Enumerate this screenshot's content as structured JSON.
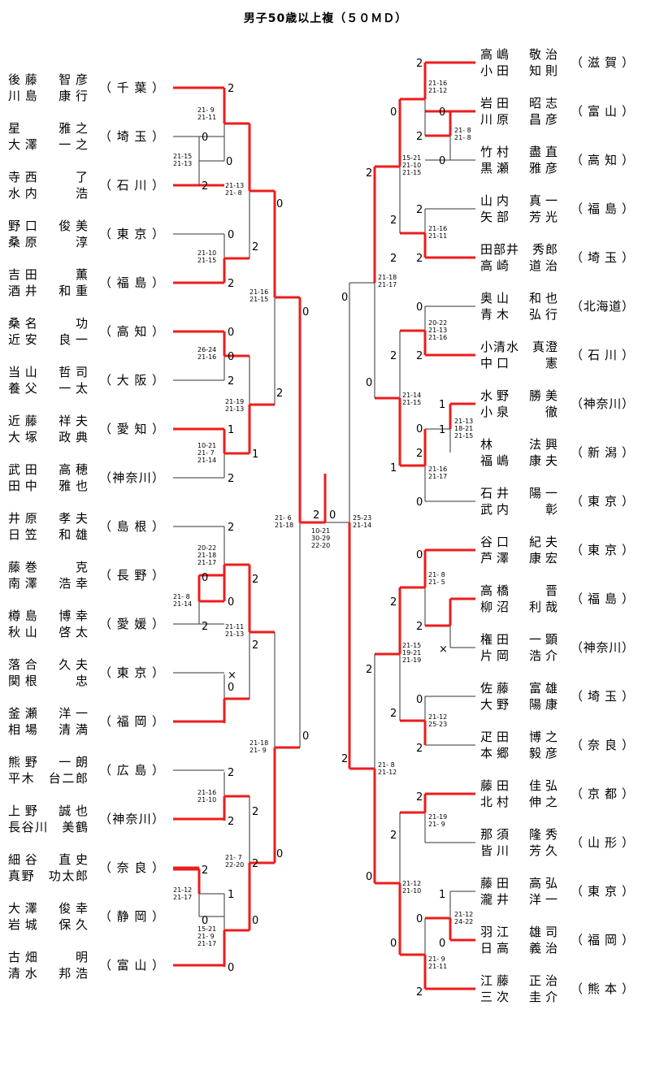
{
  "title": "男子50歳以上複（５０ＭＤ）",
  "left": [
    {
      "p1": "後藤　智彦",
      "p2": "川島　康行",
      "pref": "（千葉）"
    },
    {
      "p1": "星　　雅之",
      "p2": "大澤　一之",
      "pref": "（埼玉）"
    },
    {
      "p1": "寺西　　了",
      "p2": "水内　　浩",
      "pref": "（石川）"
    },
    {
      "p1": "野口　俊美",
      "p2": "桑原　　淳",
      "pref": "（東京）"
    },
    {
      "p1": "吉田　　薫",
      "p2": "酒井　和重",
      "pref": "（福島）"
    },
    {
      "p1": "桑名　　功",
      "p2": "近安　良一",
      "pref": "（高知）"
    },
    {
      "p1": "当山　哲司",
      "p2": "養父　一太",
      "pref": "（大阪）"
    },
    {
      "p1": "近藤　祥夫",
      "p2": "大塚　政典",
      "pref": "（愛知）"
    },
    {
      "p1": "武田　高穂",
      "p2": "田中　雅也",
      "pref": "（神奈川）"
    },
    {
      "p1": "井原　孝夫",
      "p2": "日笠　和雄",
      "pref": "（島根）"
    },
    {
      "p1": "藤巻　　克",
      "p2": "南澤　浩幸",
      "pref": "（長野）"
    },
    {
      "p1": "樽島　博幸",
      "p2": "秋山　啓太",
      "pref": "（愛媛）"
    },
    {
      "p1": "落合　久夫",
      "p2": "関根　　忠",
      "pref": "（東京）"
    },
    {
      "p1": "釜瀬　洋一",
      "p2": "相場　清満",
      "pref": "（福岡）"
    },
    {
      "p1": "熊野　一朗",
      "p2": "平木　台二郎",
      "pref": "（広島）"
    },
    {
      "p1": "上野　誠也",
      "p2": "長谷川　美鶴",
      "pref": "（神奈川）"
    },
    {
      "p1": "細谷　直史",
      "p2": "真野　功太郎",
      "pref": "（奈良）"
    },
    {
      "p1": "大澤　俊幸",
      "p2": "岩城　保久",
      "pref": "（静岡）"
    },
    {
      "p1": "古畑　　明",
      "p2": "清水　邦浩",
      "pref": "（富山）"
    }
  ],
  "right": [
    {
      "p1": "高嶋　敬治",
      "p2": "小田　知則",
      "pref": "（滋賀）"
    },
    {
      "p1": "岩田　昭志",
      "p2": "川原　昌彦",
      "pref": "（富山）"
    },
    {
      "p1": "竹村　盡直",
      "p2": "黒瀬　雅彦",
      "pref": "（高知）"
    },
    {
      "p1": "山内　真一",
      "p2": "矢部　芳光",
      "pref": "（福島）"
    },
    {
      "p1": "田部井　秀郎",
      "p2": "高崎　道治",
      "pref": "（埼玉）"
    },
    {
      "p1": "奥山　和也",
      "p2": "青木　弘行",
      "pref": "（北海道）"
    },
    {
      "p1": "小清水　真澄",
      "p2": "中口　　憲",
      "pref": "（石川）"
    },
    {
      "p1": "水野　勝美",
      "p2": "小泉　　徹",
      "pref": "（神奈川）"
    },
    {
      "p1": "林　　法興",
      "p2": "福嶋　康夫",
      "pref": "（新潟）"
    },
    {
      "p1": "石井　陽一",
      "p2": "武内　　彰",
      "pref": "（東京）"
    },
    {
      "p1": "谷口　紀夫",
      "p2": "芦澤　康宏",
      "pref": "（東京）"
    },
    {
      "p1": "高橋　　晋",
      "p2": "柳沼　利哉",
      "pref": "（福島）"
    },
    {
      "p1": "権田　一顕",
      "p2": "片岡　浩介",
      "pref": "（神奈川）"
    },
    {
      "p1": "佐藤　富雄",
      "p2": "大野　陽康",
      "pref": "（埼玉）"
    },
    {
      "p1": "疋田　博之",
      "p2": "本郷　毅彦",
      "pref": "（奈良）"
    },
    {
      "p1": "藤田　佳弘",
      "p2": "北村　伸之",
      "pref": "（京都）"
    },
    {
      "p1": "那須　隆秀",
      "p2": "皆川　芳久",
      "pref": "（山形）"
    },
    {
      "p1": "藤田　高弘",
      "p2": "瀧井　洋一",
      "pref": "（東京）"
    },
    {
      "p1": "羽江　雄司",
      "p2": "日高　義治",
      "pref": "（福岡）"
    },
    {
      "p1": "江藤　正治",
      "p2": "三次　圭介",
      "pref": "（熊本）"
    }
  ],
  "marks": [
    "2",
    "0",
    "0",
    "2",
    "0",
    "2",
    "2",
    "0",
    "0",
    "2",
    "1",
    "1",
    "2",
    "2",
    "0",
    "X",
    "0",
    "2",
    "0",
    "2",
    "2",
    "1",
    "2",
    "0",
    "0",
    "0",
    "2",
    "2",
    "2",
    "2",
    "0",
    "2",
    "0",
    "0",
    "0",
    "2",
    "0",
    "2",
    "2",
    "0",
    "0",
    "2",
    "2",
    "2",
    "0",
    "X",
    "2",
    "2",
    "1",
    "1",
    "0",
    "0",
    "0",
    "2",
    "0",
    "2",
    "2",
    "2",
    "0",
    "2",
    "2",
    "0",
    "1",
    "0",
    "0",
    "2",
    "0",
    "1",
    "2",
    "0",
    "2",
    "0",
    "2",
    "2",
    "2"
  ],
  "scores": [
    "21- 9\n21-11",
    "21-15\n21-13",
    "21-13\n21- 8",
    "21-10\n21-15",
    "21-16\n21-15",
    "26-24\n21-16",
    "21-19\n21-13",
    "10-21\n21- 7\n21-14",
    "21- 6\n21-18",
    "20-22\n21-18\n21-17",
    "21- 8\n21-14",
    "21-11\n21-13",
    "21-18\n21- 9",
    "21-16\n21-10",
    "21- 7\n22-20",
    "21-12\n21-17",
    "15-21\n21- 9\n21-17",
    "10-21\n30-29\n22-20",
    "25-23\n21-14",
    "21-16\n21-12",
    "21- 8\n21- 8",
    "15-21\n21-10\n21-15",
    "21-16\n21-11",
    "21-18\n21-17",
    "20-22\n21-13\n21-16",
    "21-14\n21-15",
    "21-13\n18-21\n21-15",
    "21-16\n21-17",
    "21- 8\n21- 5",
    "21-15\n19-21\n21-19",
    "21-12\n25-23",
    "21- 8\n21-12",
    "21-19\n21- 9",
    "21-12\n21-10",
    "21-12\n24-22",
    "21- 9\n21-11"
  ]
}
